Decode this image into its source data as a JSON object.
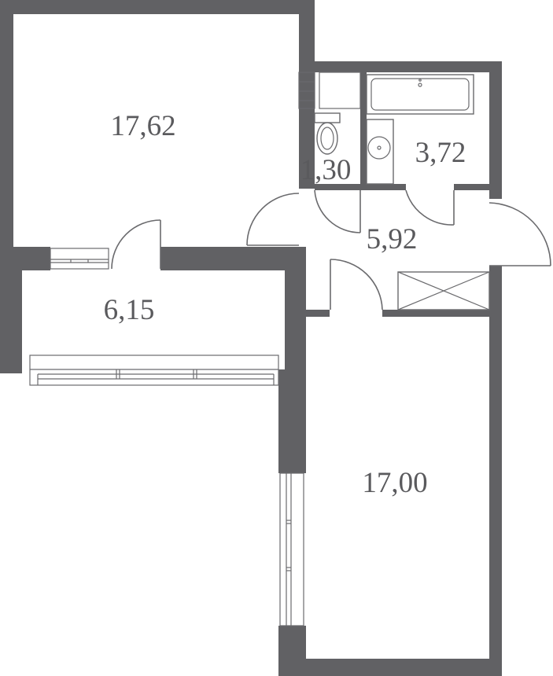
{
  "plan": {
    "wall_color": "#616164",
    "line_color": "#6a6a6d",
    "rooms": [
      {
        "id": "room-living",
        "label": "17,62"
      },
      {
        "id": "room-wc",
        "label": "1,30"
      },
      {
        "id": "room-bath",
        "label": "3,72"
      },
      {
        "id": "room-hall",
        "label": "5,92"
      },
      {
        "id": "room-balcony",
        "label": "6,15"
      },
      {
        "id": "room-kitchen",
        "label": "17,00"
      }
    ]
  }
}
